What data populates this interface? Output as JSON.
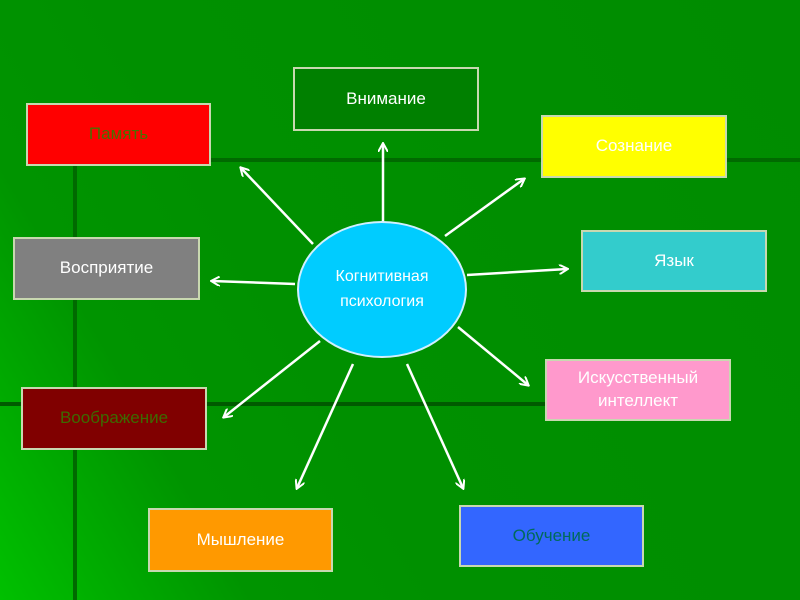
{
  "center": {
    "label": "Когнитивная психология",
    "color": "#00ccff"
  },
  "nodes": {
    "attention": {
      "label": "Внимание",
      "color": "#008000"
    },
    "memory": {
      "label": "Память",
      "color": "#ff0000"
    },
    "consciousness": {
      "label": "Сознание",
      "color": "#ffff00"
    },
    "perception": {
      "label": "Восприятие",
      "color": "#808080"
    },
    "language": {
      "label": "Язык",
      "color": "#33cccc"
    },
    "ai": {
      "label": "Искусственный интеллект",
      "color": "#ff99cc"
    },
    "imagination": {
      "label": "Воображение",
      "color": "#800000"
    },
    "thinking": {
      "label": "Мышление",
      "color": "#ff9900"
    },
    "learning": {
      "label": "Обучение",
      "color": "#3366ff"
    }
  }
}
